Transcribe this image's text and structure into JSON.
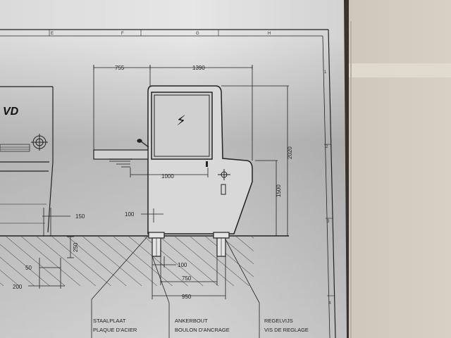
{
  "sheet": {
    "column_letters": [
      "E",
      "F",
      "G",
      "H"
    ],
    "row_numbers": [
      "1",
      "2",
      "3",
      "4"
    ]
  },
  "logo": {
    "text": "VD"
  },
  "machine": {
    "panel_symbol": "⚡"
  },
  "dimensions": {
    "top_left": "755",
    "top_width": "1390",
    "overall_height": "2020",
    "lower_height": "1500",
    "inner_width": "1000",
    "left_offset": "150",
    "foot_offset": "100",
    "base_height": "250",
    "left_small": "50",
    "left_total": "200",
    "foot_spacing_small": "100",
    "foot_spacing": "750",
    "foot_total": "950"
  },
  "notes": [
    {
      "line1": "STAALPLAAT",
      "line2": "PLAQUE D'ACIER"
    },
    {
      "line1": "ANKERBOUT",
      "line2": "BOULON D'ANCRAGE"
    },
    {
      "line1": "REGELVIJS",
      "line2": "VIS DE REGLAGE"
    }
  ]
}
